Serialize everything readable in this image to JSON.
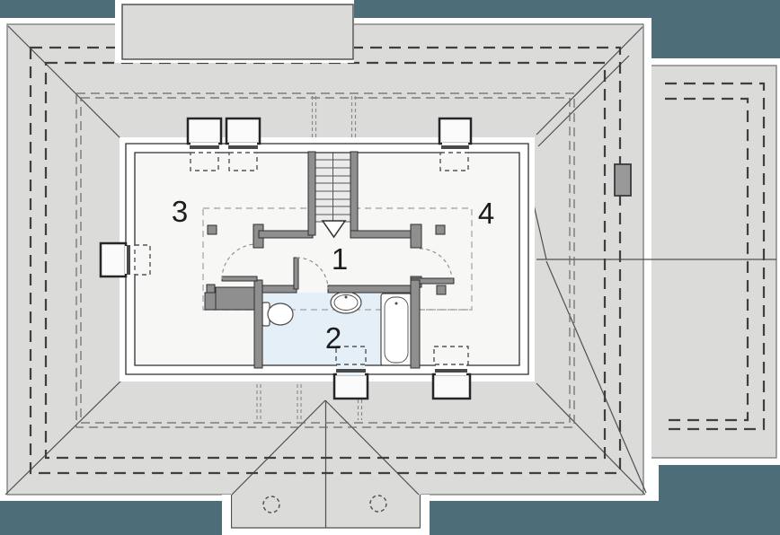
{
  "drawing": {
    "title": "attic-floor-plan-with-roof-outline",
    "rooms": {
      "hall": "1",
      "bathroom": "2",
      "room_left": "3",
      "room_right": "4"
    },
    "colors": {
      "background_teal": "#4d6d79",
      "roof_gray": "#dbdbda",
      "bathroom_blue": "#e4eff8",
      "bathroom_window_blue": "#e9f3fa",
      "wall_fill": "#8f8f8f",
      "floor_white": "#f7f7f6",
      "paper_white": "#ffffff",
      "stair_gray": "#ebebeb",
      "chimney_gray": "#999999"
    }
  }
}
